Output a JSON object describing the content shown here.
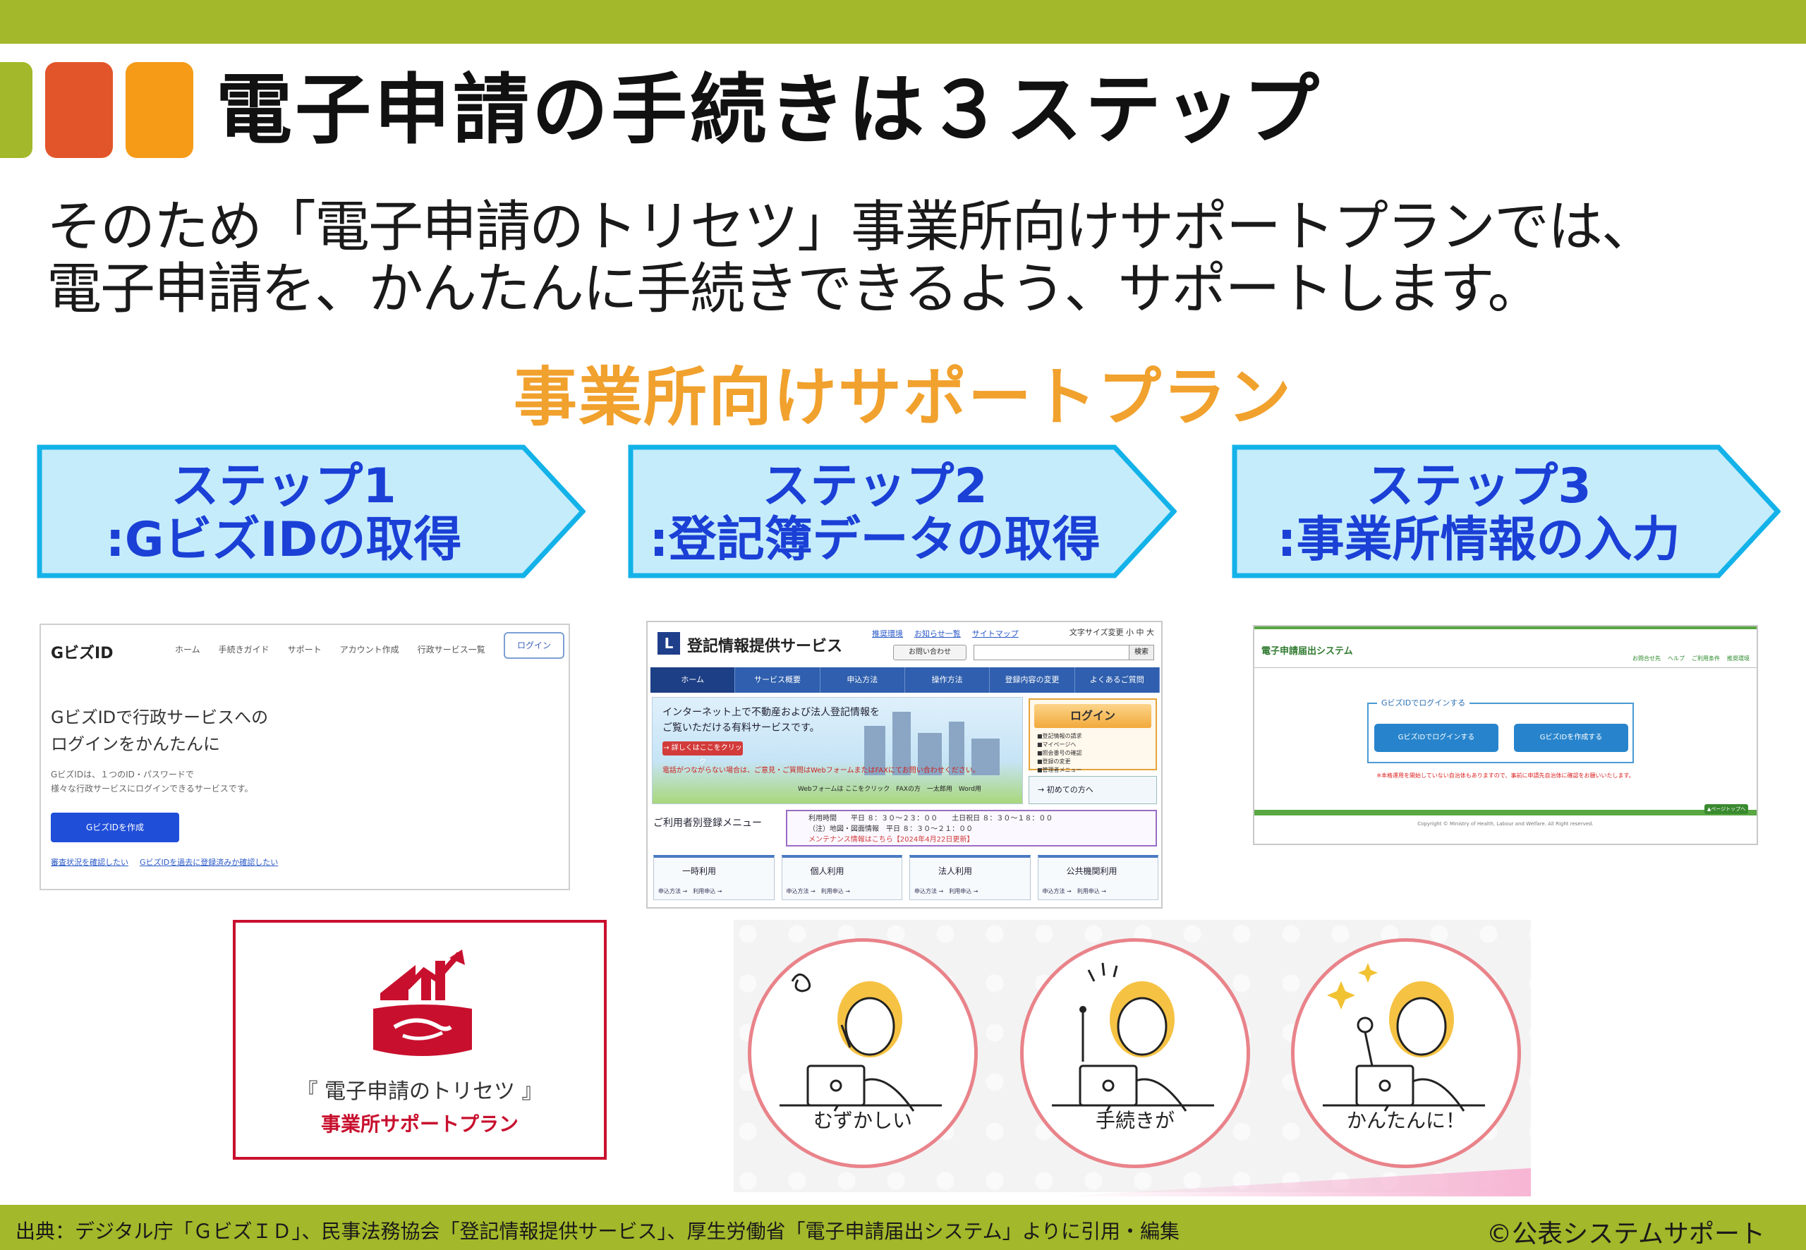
{
  "colors": {
    "green": "#a3b82a",
    "orange_red": "#e2552a",
    "orange": "#f59b17",
    "plan_orange": "#f1a12d",
    "step_blue_text": "#1b40d6",
    "step_fill": "#c5ecfb",
    "step_border": "#13b2e8",
    "toriseti_red": "#c8102e",
    "circle_border": "#e9838a"
  },
  "title": "電子申請の手続きは３ステップ",
  "intro": {
    "line1": "そのため「電子申請のトリセツ」事業所向けサポートプランでは、",
    "line2": "電子申請を、かんたんに手続きできるよう、サポートします。"
  },
  "plan_heading": "事業所向けサポートプラン",
  "steps": [
    {
      "line1": "ステップ1",
      "line2": ":GビズIDの取得"
    },
    {
      "line1": "ステップ2",
      "line2": ":登記簿データの取得"
    },
    {
      "line1": "ステップ3",
      "line2": ":事業所情報の入力"
    }
  ],
  "gbiz": {
    "logo": "GビズID",
    "nav": [
      "ホーム",
      "手続きガイド",
      "サポート",
      "アカウント作成",
      "行政サービス一覧"
    ],
    "login": "ログイン",
    "headline1": "GビズIDで行政サービスへの",
    "headline2": "ログインをかんたんに",
    "desc1": "GビズIDは、１つのID・パスワードで",
    "desc2": "様々な行政サービスにログインできるサービスです。",
    "create": "GビズIDを作成",
    "link1": "審査状況を確認したい",
    "link2": "GビズIDを過去に登録済みか確認したい"
  },
  "touki": {
    "logo_glyph": "L",
    "title": "登記情報提供サービス",
    "util": [
      "推奨環境",
      "お知らせ一覧",
      "サイトマップ"
    ],
    "fontsize": "文字サイズ変更 小 中 大",
    "contact": "お問い合わせ",
    "search": "検索",
    "menu": [
      "ホーム",
      "サービス概要",
      "申込方法",
      "操作方法",
      "登録内容の変更",
      "よくあるご質問"
    ],
    "banner1": "インターネット上で不動産および法人登記情報を",
    "banner2": "ご覧いただける有料サービスです。",
    "banner_btn": "→ 詳しくはここをクリック",
    "banner_warn": "電話がつながらない場合は、ご意見・ご質問はWebフォームまたはFAXにてお問い合わせください。",
    "banner_form": "Webフォームは ここをクリック　FAXの方　一太郎用　Word用",
    "login": "ログイン",
    "login_items": [
      "■登記情報の請求",
      "■マイページへ",
      "■照会番号の確認",
      "■登録の変更",
      "■管理者メニュー"
    ],
    "first": "→ 初めての方へ",
    "reg_label": "ご利用者別登録メニュー",
    "info1": "利用時間　　平日 ８：３０～２３：００　　土日祝日 ８：３０～１８：００",
    "info2": "（注）地図・図面情報　平日 ８：３０～２１：００",
    "info3": "メンテナンス情報はこちら【2024年4月22日更新】",
    "cats": [
      "一時利用",
      "個人利用",
      "法人利用",
      "公共機関利用"
    ],
    "cat_chips": "申込方法 →　利用申込 →"
  },
  "denshi": {
    "system": "電子申請届出システム",
    "util": [
      "お問合せ先",
      "ヘルプ",
      "ご利用条件",
      "推奨環境"
    ],
    "legend": "GビズIDでログインする",
    "btn1": "GビズIDでログインする",
    "btn2": "GビズIDを作成する",
    "note": "※本格運用を開始していない自治体もありますので、事前に申請先自治体に確認をお願いいたします。",
    "pagetop": "▲ページトップへ",
    "copyright": "Copyright © Ministry of Health, Labour and Welfare. All Right reserved."
  },
  "toriseti": {
    "title": "『 電子申請のトリセツ 』",
    "subtitle": "事業所サポートプラン"
  },
  "illustrations": [
    {
      "caption": "むずかしい",
      "icon": "worried-woman-laptop-icon"
    },
    {
      "caption": "手続きが",
      "icon": "thinking-woman-laptop-icon"
    },
    {
      "caption": "かんたんに！",
      "icon": "ok-woman-laptop-icon"
    }
  ],
  "footer": {
    "source": "出典：デジタル庁「ＧビズＩＤ」、民事法務協会「登記情報提供サービス」、厚生労働省「電子申請届出システム」よりに引用・編集",
    "copyright": "©公表システムサポート"
  }
}
